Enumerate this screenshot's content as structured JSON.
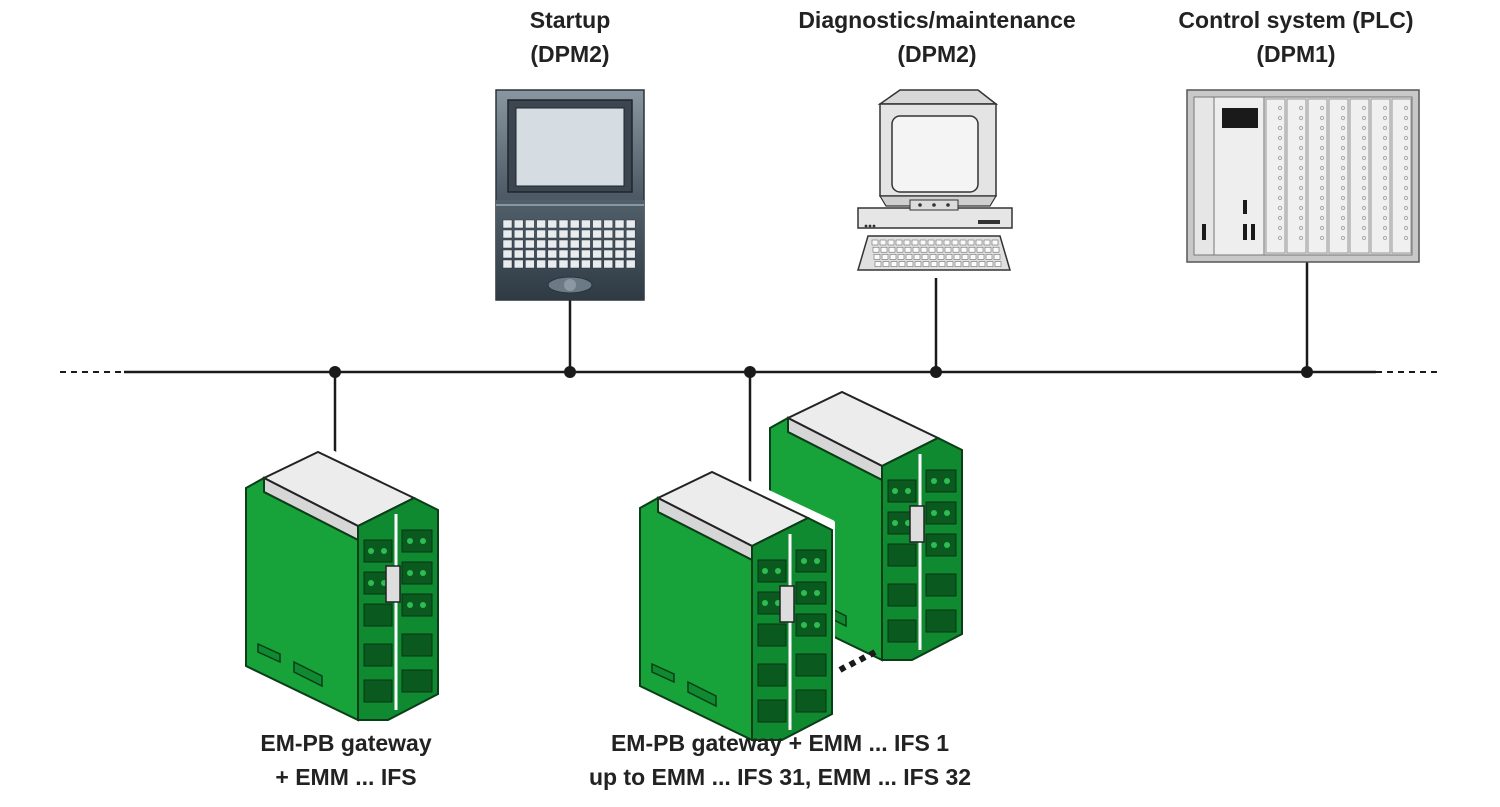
{
  "devices": {
    "startup": {
      "line1": "Startup",
      "line2": "(DPM2)"
    },
    "diagnostics": {
      "line1": "Diagnostics/maintenance",
      "line2": "(DPM2)"
    },
    "plc": {
      "line1": "Control system (PLC)",
      "line2": "(DPM1)"
    }
  },
  "modules": {
    "single": {
      "line1": "EM-PB gateway",
      "line2": "+ EMM ... IFS"
    },
    "multi": {
      "line1": "EM-PB gateway + EMM ... IFS 1",
      "line2": "up to EMM ... IFS 31, EMM ... IFS 32"
    }
  },
  "colors": {
    "module_green": "#17a33a",
    "module_dark": "#0c7a27",
    "bus_line": "#1a1a1a",
    "label_text": "#222222"
  }
}
